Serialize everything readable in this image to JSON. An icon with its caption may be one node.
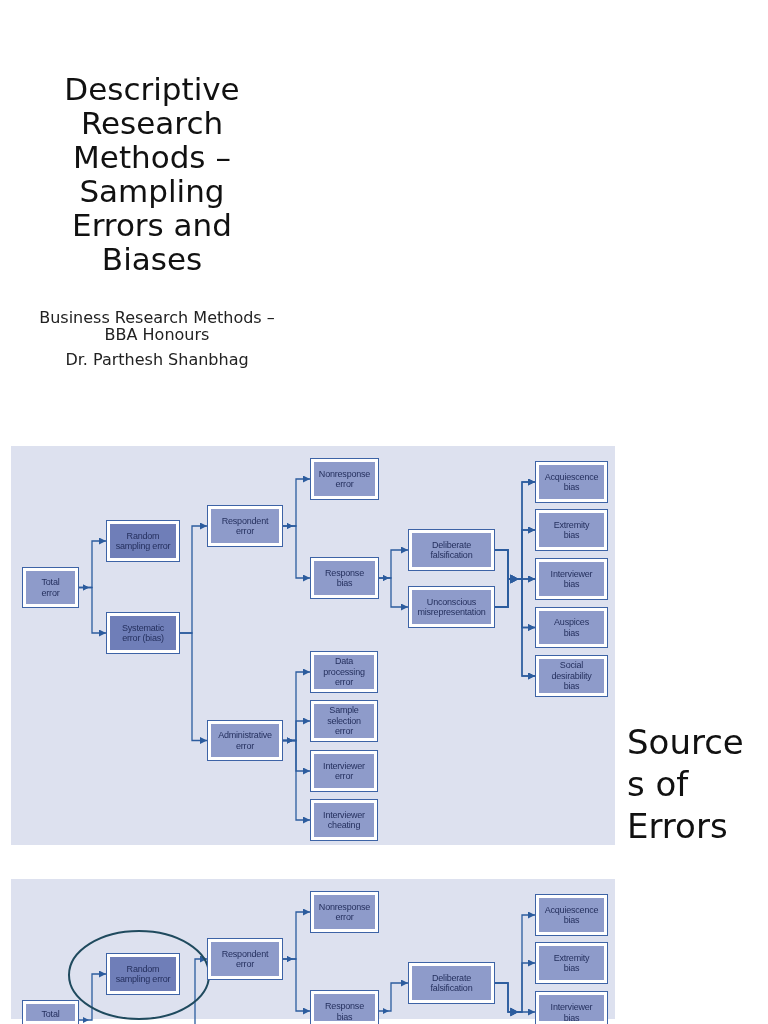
{
  "diagram": {
    "title": "Descriptive Research Methods – Sampling Errors and Biases",
    "nodes": [
      {
        "text": [
          "Total error"
        ]
      },
      {
        "text": [
          "Random sampling error"
        ]
      },
      {
        "text": [
          "Systematic error (bias)"
        ]
      },
      {
        "text": [
          "Respondent error"
        ]
      },
      {
        "text": [
          "Administrative error"
        ]
      },
      {
        "text": [
          "Nonresponse error"
        ]
      },
      {
        "text": [
          "Response bias"
        ]
      },
      {
        "text": [
          "Data processing error"
        ]
      },
      {
        "text": [
          "Sample selection error"
        ]
      },
      {
        "text": [
          "Interviewer error"
        ]
      },
      {
        "text": [
          "Interviewer cheating"
        ]
      },
      {
        "text": [
          "Deliberate falsification"
        ]
      },
      {
        "text": [
          "Unconscious misrepresentation"
        ]
      },
      {
        "text": [
          "Acquiescence bias"
        ]
      },
      {
        "text": [
          "Extremity bias"
        ]
      },
      {
        "text": [
          "Interviewer bias"
        ]
      },
      {
        "text": [
          "Auspices bias"
        ]
      },
      {
        "text": [
          "Social desirability bias"
        ]
      },
      {
        "text": [
          "Total"
        ]
      },
      {
        "text": [
          "Random sampling error"
        ]
      },
      {
        "text": [
          "Respondent error"
        ]
      },
      {
        "text": [
          "Nonresponse error"
        ]
      },
      {
        "text": [
          "Response bias"
        ]
      },
      {
        "text": [
          "Deliberate falsification"
        ]
      },
      {
        "text": [
          "Acquiescence bias"
        ]
      },
      {
        "text": [
          "Extremity bias"
        ]
      },
      {
        "text": [
          "Interviewer bias"
        ]
      }
    ],
    "edges": [
      {
        "from": 0,
        "to": 1,
        "arrow": "to"
      },
      {
        "from": 0,
        "to": 2,
        "arrow": "to"
      },
      {
        "from": 2,
        "to": 3,
        "arrow": "to"
      },
      {
        "from": 2,
        "to": 4,
        "arrow": "to"
      },
      {
        "from": 3,
        "to": 5,
        "arrow": "to"
      },
      {
        "from": 3,
        "to": 6,
        "arrow": "to"
      },
      {
        "from": 6,
        "to": 11,
        "arrow": "to"
      },
      {
        "from": 6,
        "to": 12,
        "arrow": "to"
      },
      {
        "from": 11,
        "to": 13,
        "arrow": "to"
      },
      {
        "from": 11,
        "to": 14,
        "arrow": "to"
      },
      {
        "from": 11,
        "to": 15,
        "arrow": "to"
      },
      {
        "from": 11,
        "to": 16,
        "arrow": "to"
      },
      {
        "from": 11,
        "to": 17,
        "arrow": "to"
      },
      {
        "from": 12,
        "to": 13,
        "arrow": "to"
      },
      {
        "from": 12,
        "to": 14,
        "arrow": "to"
      },
      {
        "from": 12,
        "to": 15,
        "arrow": "to"
      },
      {
        "from": 12,
        "to": 16,
        "arrow": "to"
      },
      {
        "from": 12,
        "to": 17,
        "arrow": "to"
      },
      {
        "from": 4,
        "to": 7,
        "arrow": "to"
      },
      {
        "from": 4,
        "to": 8,
        "arrow": "to"
      },
      {
        "from": 4,
        "to": 9,
        "arrow": "to"
      },
      {
        "from": 4,
        "to": 10,
        "arrow": "to"
      },
      {
        "from": 18,
        "to": 19,
        "arrow": "to"
      },
      {
        "from": null,
        "to": 20,
        "arrow": "to"
      },
      {
        "from": 20,
        "to": 21,
        "arrow": "to"
      },
      {
        "from": 20,
        "to": 22,
        "arrow": "to"
      },
      {
        "from": 22,
        "to": 23,
        "arrow": "to"
      },
      {
        "from": 23,
        "to": 24,
        "arrow": "to"
      },
      {
        "from": 23,
        "to": 25,
        "arrow": "to"
      },
      {
        "from": 23,
        "to": 26,
        "arrow": "to"
      }
    ],
    "labels": [
      "Business Research Methods – BBA Honours",
      "Dr. Parthesh Shanbhag",
      "Sources of Errors"
    ]
  }
}
